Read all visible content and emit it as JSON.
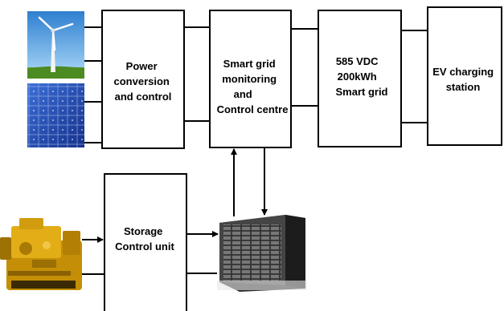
{
  "diagram": {
    "blocks": {
      "power_conversion": {
        "lines": [
          "Power",
          "conversion",
          "and control"
        ]
      },
      "smart_grid_monitoring": {
        "lines": [
          "Smart grid",
          "monitoring",
          "and",
          "Control centre"
        ]
      },
      "smart_grid_585": {
        "lines": [
          "585 VDC",
          "200kWh",
          "Smart grid"
        ]
      },
      "ev_charging": {
        "lines": [
          "EV charging",
          "station"
        ]
      },
      "storage_control": {
        "lines": [
          "Storage",
          "Control unit"
        ]
      }
    },
    "images": {
      "wind_turbine": "wind-turbine-photo",
      "solar_panel": "solar-panel-photo",
      "diesel_generator": "diesel-generator-photo",
      "battery_storage": "battery-rack-photo"
    },
    "colors": {
      "line": "#000000",
      "sky": "#3b8fd6",
      "grass": "#5a9e2a",
      "solar": "#1d3f9e",
      "generator": "#d7a20e",
      "battery": "#3a3a3a"
    }
  }
}
